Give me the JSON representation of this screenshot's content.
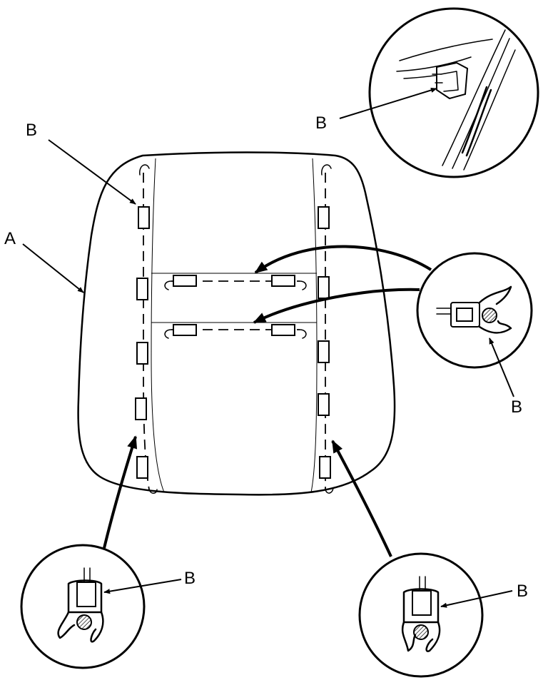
{
  "labels": {
    "seat_back": "A",
    "clip_top_left": "B",
    "clip_detail_top": "B",
    "clip_detail_middle": "B",
    "clip_detail_bottom_left": "B",
    "clip_detail_bottom_right": "B"
  }
}
